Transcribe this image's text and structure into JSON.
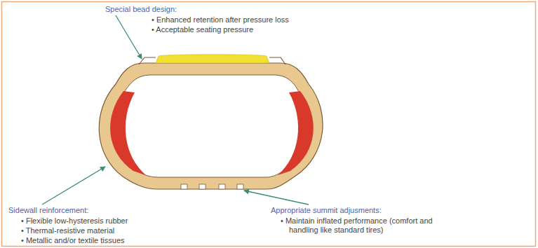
{
  "diagram": {
    "labels": [
      "Special bead design:",
      "• Enhanced retention after pressure loss",
      "• Acceptable seating pressure",
      "Sidewall reinforcement:",
      "• Flexible low-hysteresis rubber",
      "• Thermal-resistive material",
      "• Metallic and/or textile tissues",
      "Appropriate summit adjusments:",
      "• Maintain inflated performance (comfort and handling like standard tires)"
    ]
  }
}
